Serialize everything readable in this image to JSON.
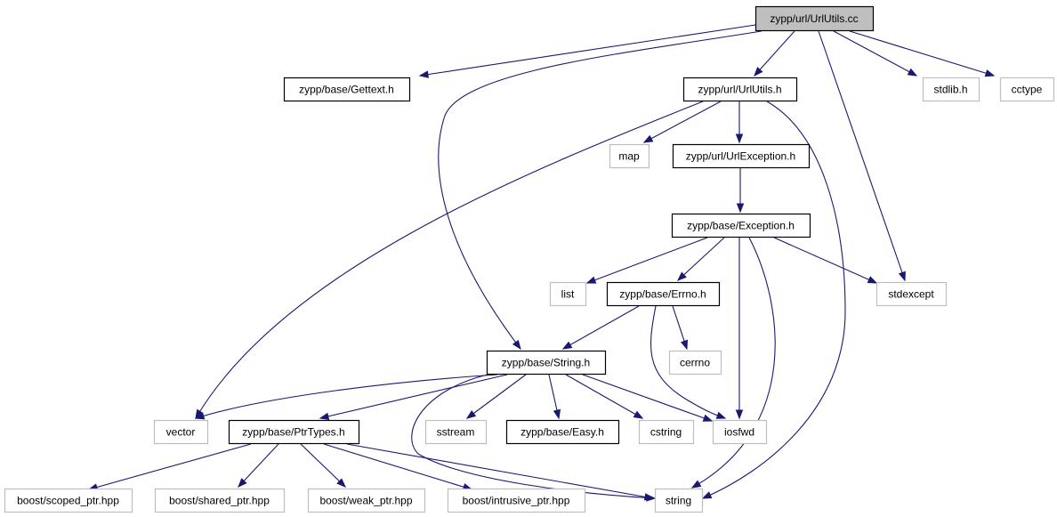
{
  "graph": {
    "nodes": [
      {
        "id": "urlutils_cc",
        "label": "zypp/url/UrlUtils.cc",
        "style": "root"
      },
      {
        "id": "gettext_h",
        "label": "zypp/base/Gettext.h",
        "style": "documented"
      },
      {
        "id": "urlutils_h",
        "label": "zypp/url/UrlUtils.h",
        "style": "documented"
      },
      {
        "id": "stdlib_h",
        "label": "stdlib.h",
        "style": "external"
      },
      {
        "id": "cctype",
        "label": "cctype",
        "style": "external"
      },
      {
        "id": "map",
        "label": "map",
        "style": "external"
      },
      {
        "id": "urlexception_h",
        "label": "zypp/url/UrlException.h",
        "style": "documented"
      },
      {
        "id": "exception_h",
        "label": "zypp/base/Exception.h",
        "style": "documented"
      },
      {
        "id": "list",
        "label": "list",
        "style": "external"
      },
      {
        "id": "errno_h",
        "label": "zypp/base/Errno.h",
        "style": "documented"
      },
      {
        "id": "stdexcept",
        "label": "stdexcept",
        "style": "external"
      },
      {
        "id": "cerrno",
        "label": "cerrno",
        "style": "external"
      },
      {
        "id": "string_h",
        "label": "zypp/base/String.h",
        "style": "documented"
      },
      {
        "id": "vector",
        "label": "vector",
        "style": "external"
      },
      {
        "id": "ptrtypes_h",
        "label": "zypp/base/PtrTypes.h",
        "style": "documented"
      },
      {
        "id": "sstream",
        "label": "sstream",
        "style": "external"
      },
      {
        "id": "easy_h",
        "label": "zypp/base/Easy.h",
        "style": "documented"
      },
      {
        "id": "cstring",
        "label": "cstring",
        "style": "external"
      },
      {
        "id": "iosfwd",
        "label": "iosfwd",
        "style": "external"
      },
      {
        "id": "scoped_ptr",
        "label": "boost/scoped_ptr.hpp",
        "style": "external"
      },
      {
        "id": "shared_ptr",
        "label": "boost/shared_ptr.hpp",
        "style": "external"
      },
      {
        "id": "weak_ptr",
        "label": "boost/weak_ptr.hpp",
        "style": "external"
      },
      {
        "id": "intrusive_ptr",
        "label": "boost/intrusive_ptr.hpp",
        "style": "external"
      },
      {
        "id": "string",
        "label": "string",
        "style": "external"
      }
    ],
    "edges": [
      [
        "urlutils_cc",
        "gettext_h"
      ],
      [
        "urlutils_cc",
        "urlutils_h"
      ],
      [
        "urlutils_cc",
        "stdlib_h"
      ],
      [
        "urlutils_cc",
        "cctype"
      ],
      [
        "urlutils_cc",
        "stdexcept"
      ],
      [
        "urlutils_cc",
        "string_h"
      ],
      [
        "urlutils_h",
        "map"
      ],
      [
        "urlutils_h",
        "urlexception_h"
      ],
      [
        "urlutils_h",
        "vector"
      ],
      [
        "urlutils_h",
        "string"
      ],
      [
        "urlexception_h",
        "exception_h"
      ],
      [
        "exception_h",
        "list"
      ],
      [
        "exception_h",
        "errno_h"
      ],
      [
        "exception_h",
        "stdexcept"
      ],
      [
        "exception_h",
        "iosfwd"
      ],
      [
        "exception_h",
        "string"
      ],
      [
        "errno_h",
        "cerrno"
      ],
      [
        "errno_h",
        "string_h"
      ],
      [
        "errno_h",
        "iosfwd"
      ],
      [
        "string_h",
        "vector"
      ],
      [
        "string_h",
        "ptrtypes_h"
      ],
      [
        "string_h",
        "sstream"
      ],
      [
        "string_h",
        "easy_h"
      ],
      [
        "string_h",
        "cstring"
      ],
      [
        "string_h",
        "iosfwd"
      ],
      [
        "string_h",
        "string"
      ],
      [
        "ptrtypes_h",
        "scoped_ptr"
      ],
      [
        "ptrtypes_h",
        "shared_ptr"
      ],
      [
        "ptrtypes_h",
        "weak_ptr"
      ],
      [
        "ptrtypes_h",
        "intrusive_ptr"
      ],
      [
        "ptrtypes_h",
        "string"
      ]
    ],
    "colors": {
      "edge": "#191970",
      "root_fill": "#bfbfbf",
      "documented_border": "#000000",
      "external_border": "#bfbfbf",
      "node_fill": "#ffffff"
    }
  }
}
